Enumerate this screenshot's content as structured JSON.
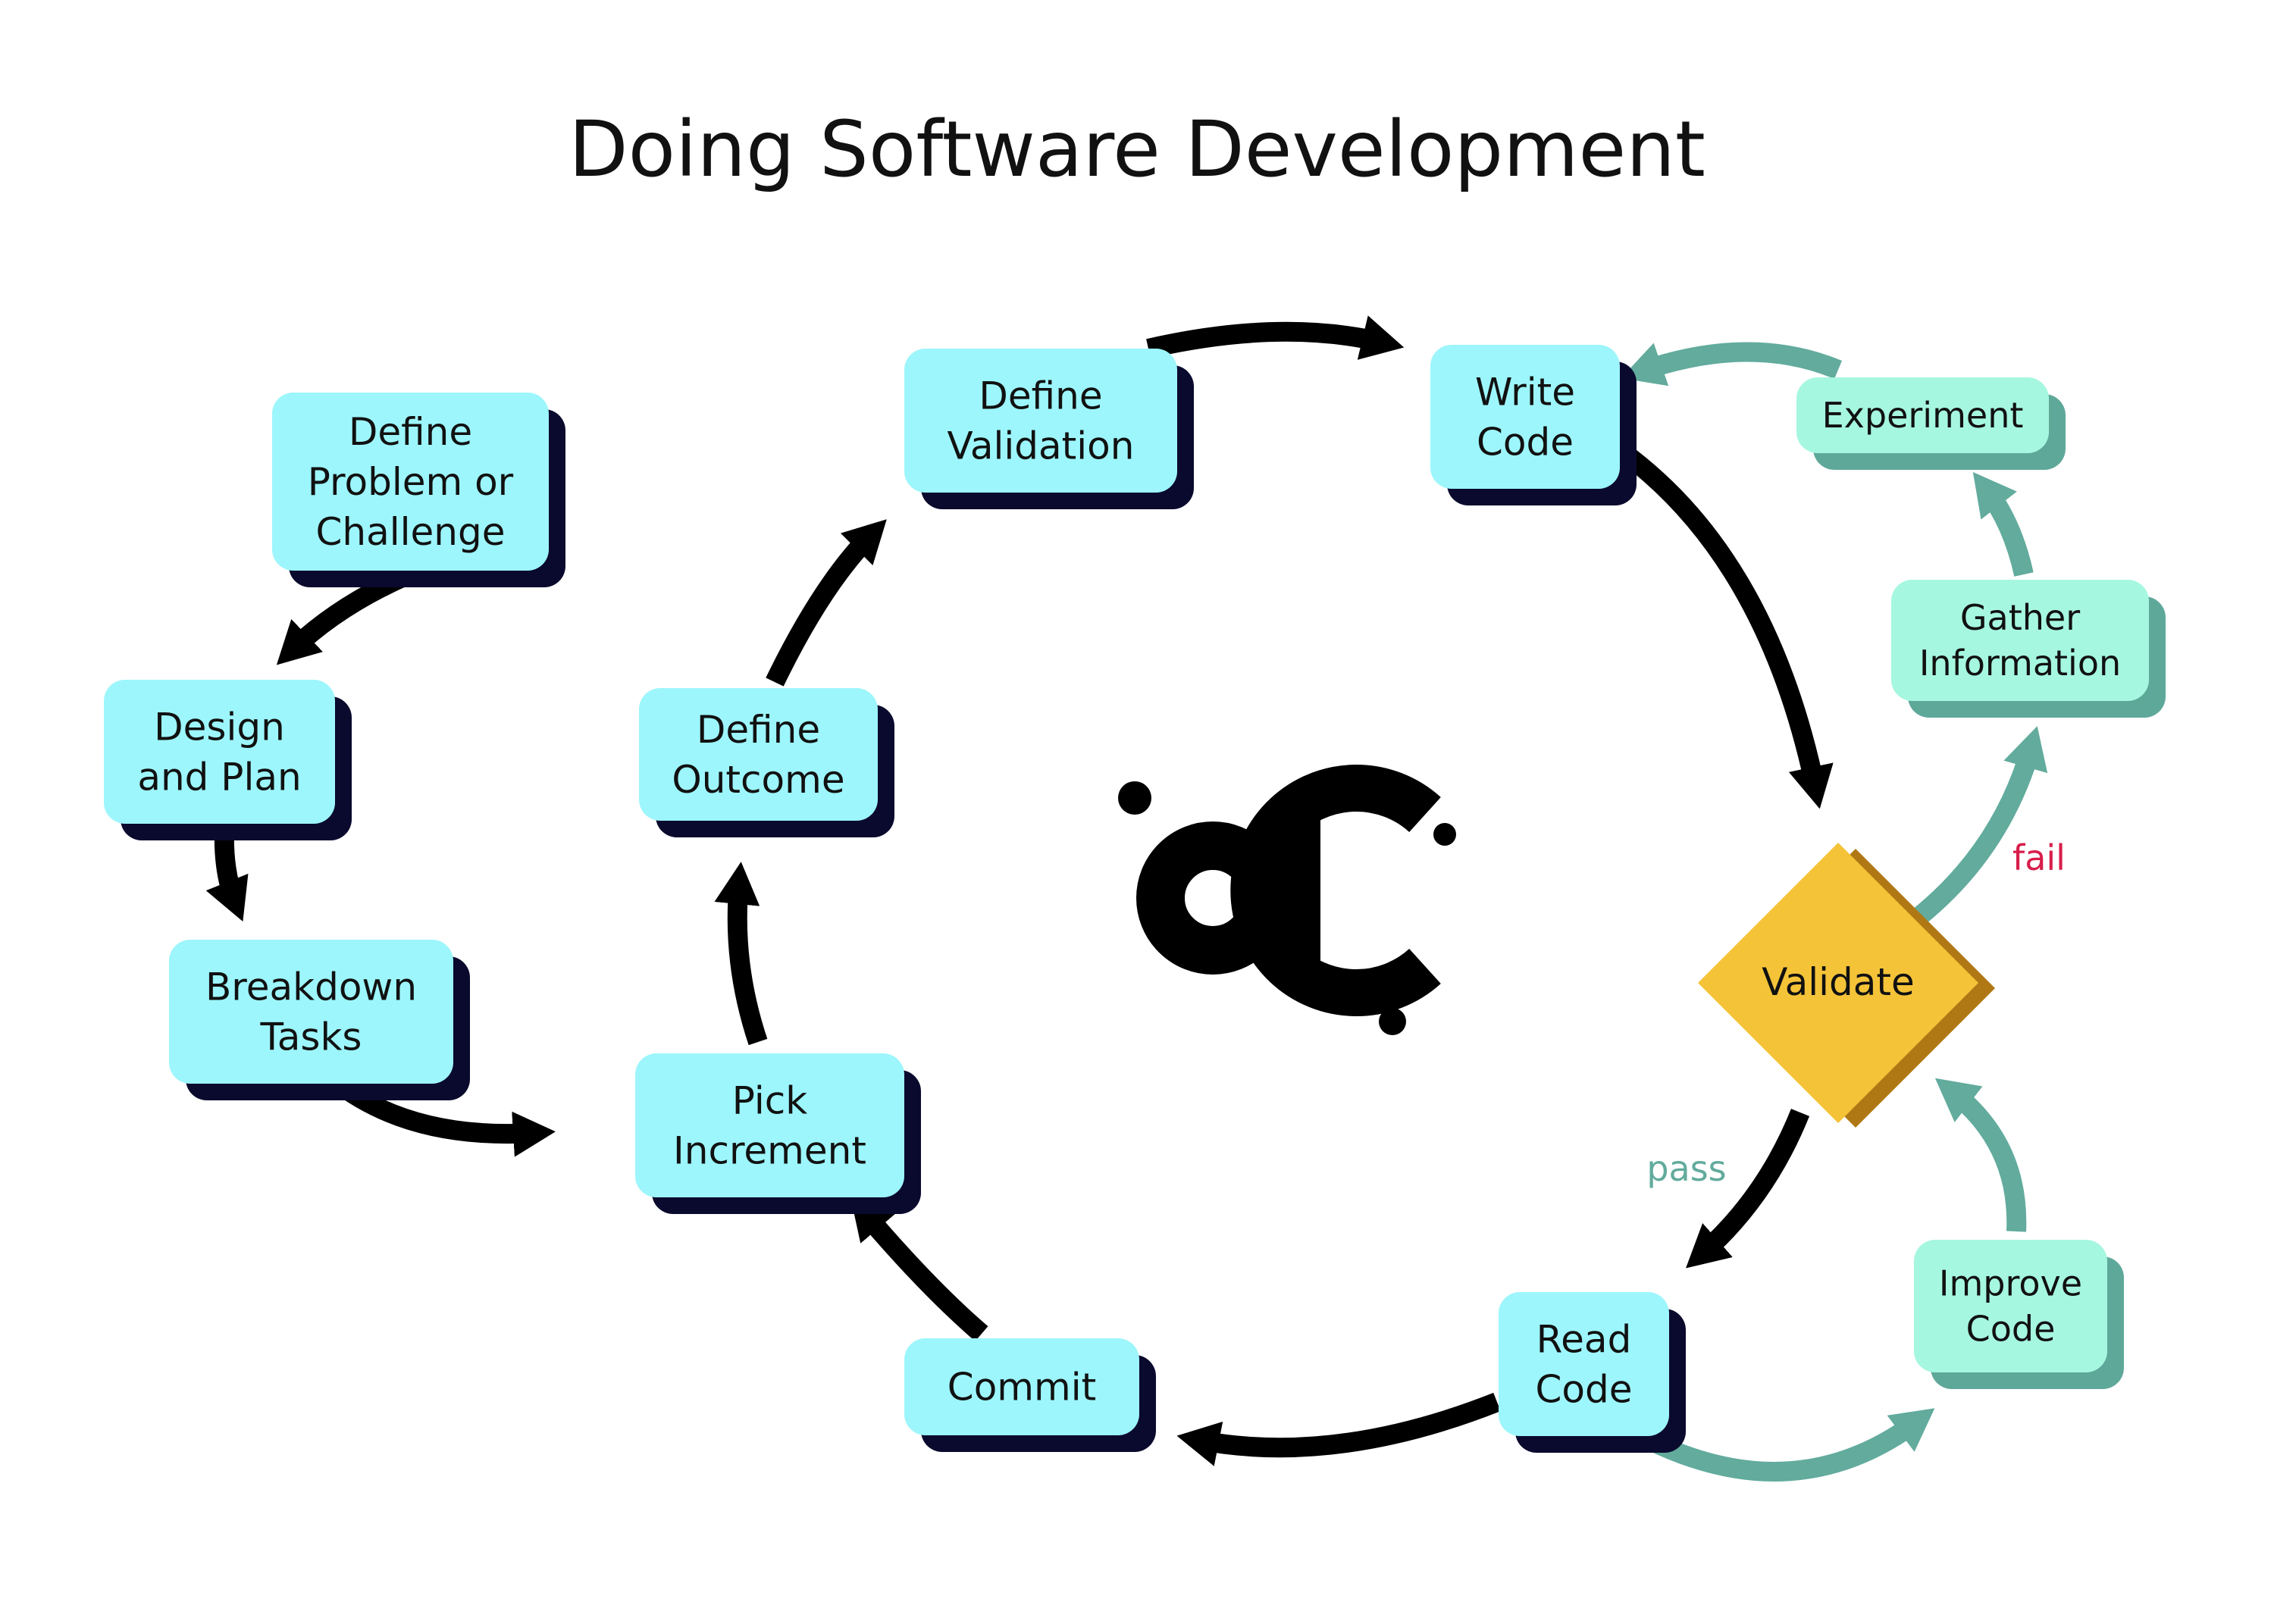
{
  "title": "Doing Software Development",
  "colors": {
    "box_fill": "#9df6fc",
    "box_shadow": "#0a0a2e",
    "loop_box_fill": "#a6f7e0",
    "loop_box_shadow": "#5ea89a",
    "arrow_main": "#000000",
    "arrow_loop": "#62ab9d",
    "diamond_fill": "#f4c338",
    "diamond_shadow": "#b07814",
    "fail_color": "#d81e4a",
    "pass_color": "#62ab9d",
    "text": "#111111"
  },
  "nodes": {
    "define_problem": [
      "Define",
      "Problem or",
      "Challenge"
    ],
    "design_plan": [
      "Design",
      "and Plan"
    ],
    "breakdown_tasks": [
      "Breakdown",
      "Tasks"
    ],
    "pick_increment": [
      "Pick",
      "Increment"
    ],
    "define_outcome": [
      "Define",
      "Outcome"
    ],
    "define_validation": [
      "Define",
      "Validation"
    ],
    "write_code": [
      "Write",
      "Code"
    ],
    "validate": [
      "Validate"
    ],
    "read_code": [
      "Read",
      "Code"
    ],
    "commit": [
      "Commit"
    ],
    "experiment": [
      "Experiment"
    ],
    "gather_information": [
      "Gather",
      "Information"
    ],
    "improve_code": [
      "Improve",
      "Code"
    ]
  },
  "edge_labels": {
    "fail": "fail",
    "pass": "pass"
  },
  "logo": {
    "icon": "ac-logo-icon",
    "text": "ac"
  }
}
